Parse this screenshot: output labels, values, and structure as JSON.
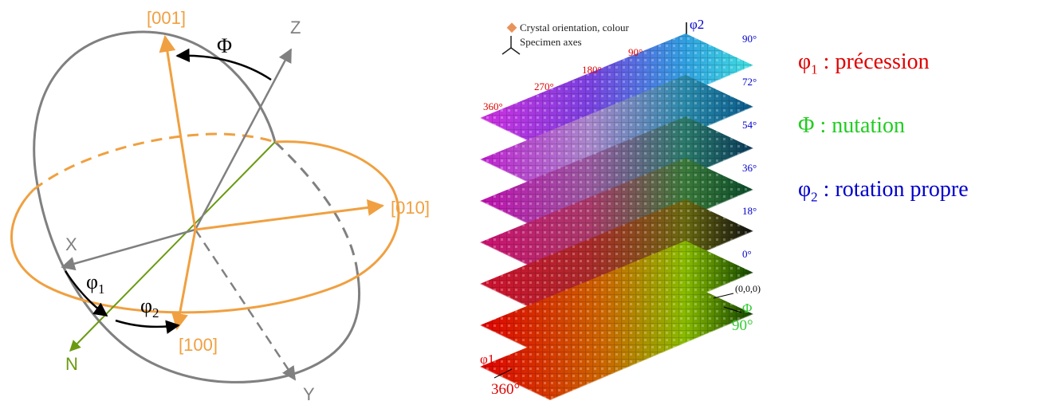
{
  "euler_diagram": {
    "crystal_axes": {
      "c": "[001]",
      "b": "[010]",
      "a": "[100]"
    },
    "specimen_axes": {
      "z": "Z",
      "x": "X",
      "y": "Y"
    },
    "node_line": "N",
    "angles": {
      "phi": "Φ",
      "phi1": "φ",
      "phi1_sub": "1",
      "phi2": "φ",
      "phi2_sub": "2"
    },
    "colors": {
      "crystal": "#f0a040",
      "specimen": "#808080",
      "node": "#6a9a10",
      "arrow": "#000000"
    }
  },
  "orientation_stack": {
    "legend": {
      "line1": "Crystal orientation, colour",
      "line2": "Specimen axes"
    },
    "phi2_axis_label": "φ2",
    "phi2_levels": [
      "90°",
      "72°",
      "54°",
      "36°",
      "18°",
      "0°"
    ],
    "phi1_ticks": [
      "360°",
      "270°",
      "180°",
      "90°"
    ],
    "origin_label": "(0,0,0)",
    "phi_axis_label": "Φ",
    "phi_axis_max": "90°",
    "phi1_axis_label": "φ1",
    "phi1_axis_max": "360°",
    "colors": {
      "phi1": "#e00000",
      "phi2": "#0000cc",
      "phi": "#33cc33"
    }
  },
  "legend": {
    "items": [
      {
        "symbol": "φ",
        "sub": "1",
        "text": " : précession",
        "color": "#e00000"
      },
      {
        "symbol": "Φ",
        "sub": "",
        "text": " : nutation",
        "color": "#22cc22"
      },
      {
        "symbol": "φ",
        "sub": "2",
        "text": " : rotation propre",
        "color": "#0000cc"
      }
    ]
  }
}
